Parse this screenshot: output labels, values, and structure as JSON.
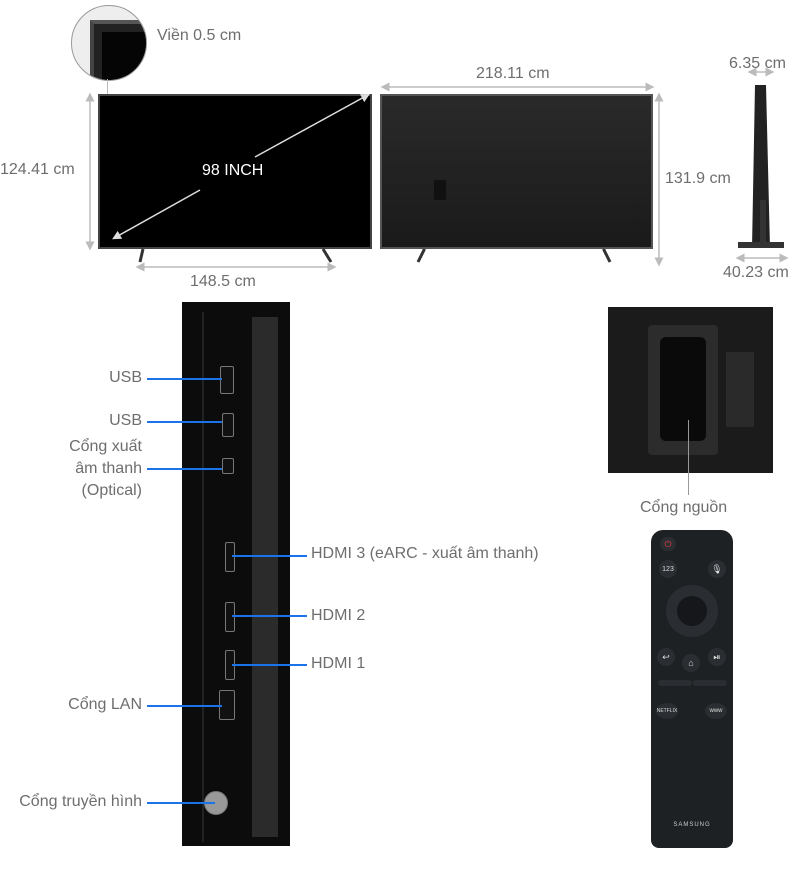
{
  "dimensions": {
    "bezel": "Viền 0.5 cm",
    "front_height": "124.41 cm",
    "stand_width": "148.5 cm",
    "diagonal": "98 INCH",
    "width": "218.11 cm",
    "height_with_stand": "131.9 cm",
    "depth": "6.35 cm",
    "stand_depth": "40.23 cm"
  },
  "ports": {
    "usb1": "USB",
    "usb2": "USB",
    "optical_line1": "Cổng xuất",
    "optical_line2": "âm thanh",
    "optical_line3": "(Optical)",
    "hdmi3": "HDMI 3 (eARC - xuất âm thanh)",
    "hdmi2": "HDMI 2",
    "hdmi1": "HDMI 1",
    "lan": "Cổng LAN",
    "antenna": "Cổng truyền hình",
    "power": "Cổng nguồn"
  },
  "remote": {
    "brand": "SAMSUNG",
    "netflix": "NETFLIX",
    "www": "www",
    "num": "123"
  },
  "colors": {
    "callout_line": "#1a73e8",
    "label_text": "#6e6e6e"
  }
}
